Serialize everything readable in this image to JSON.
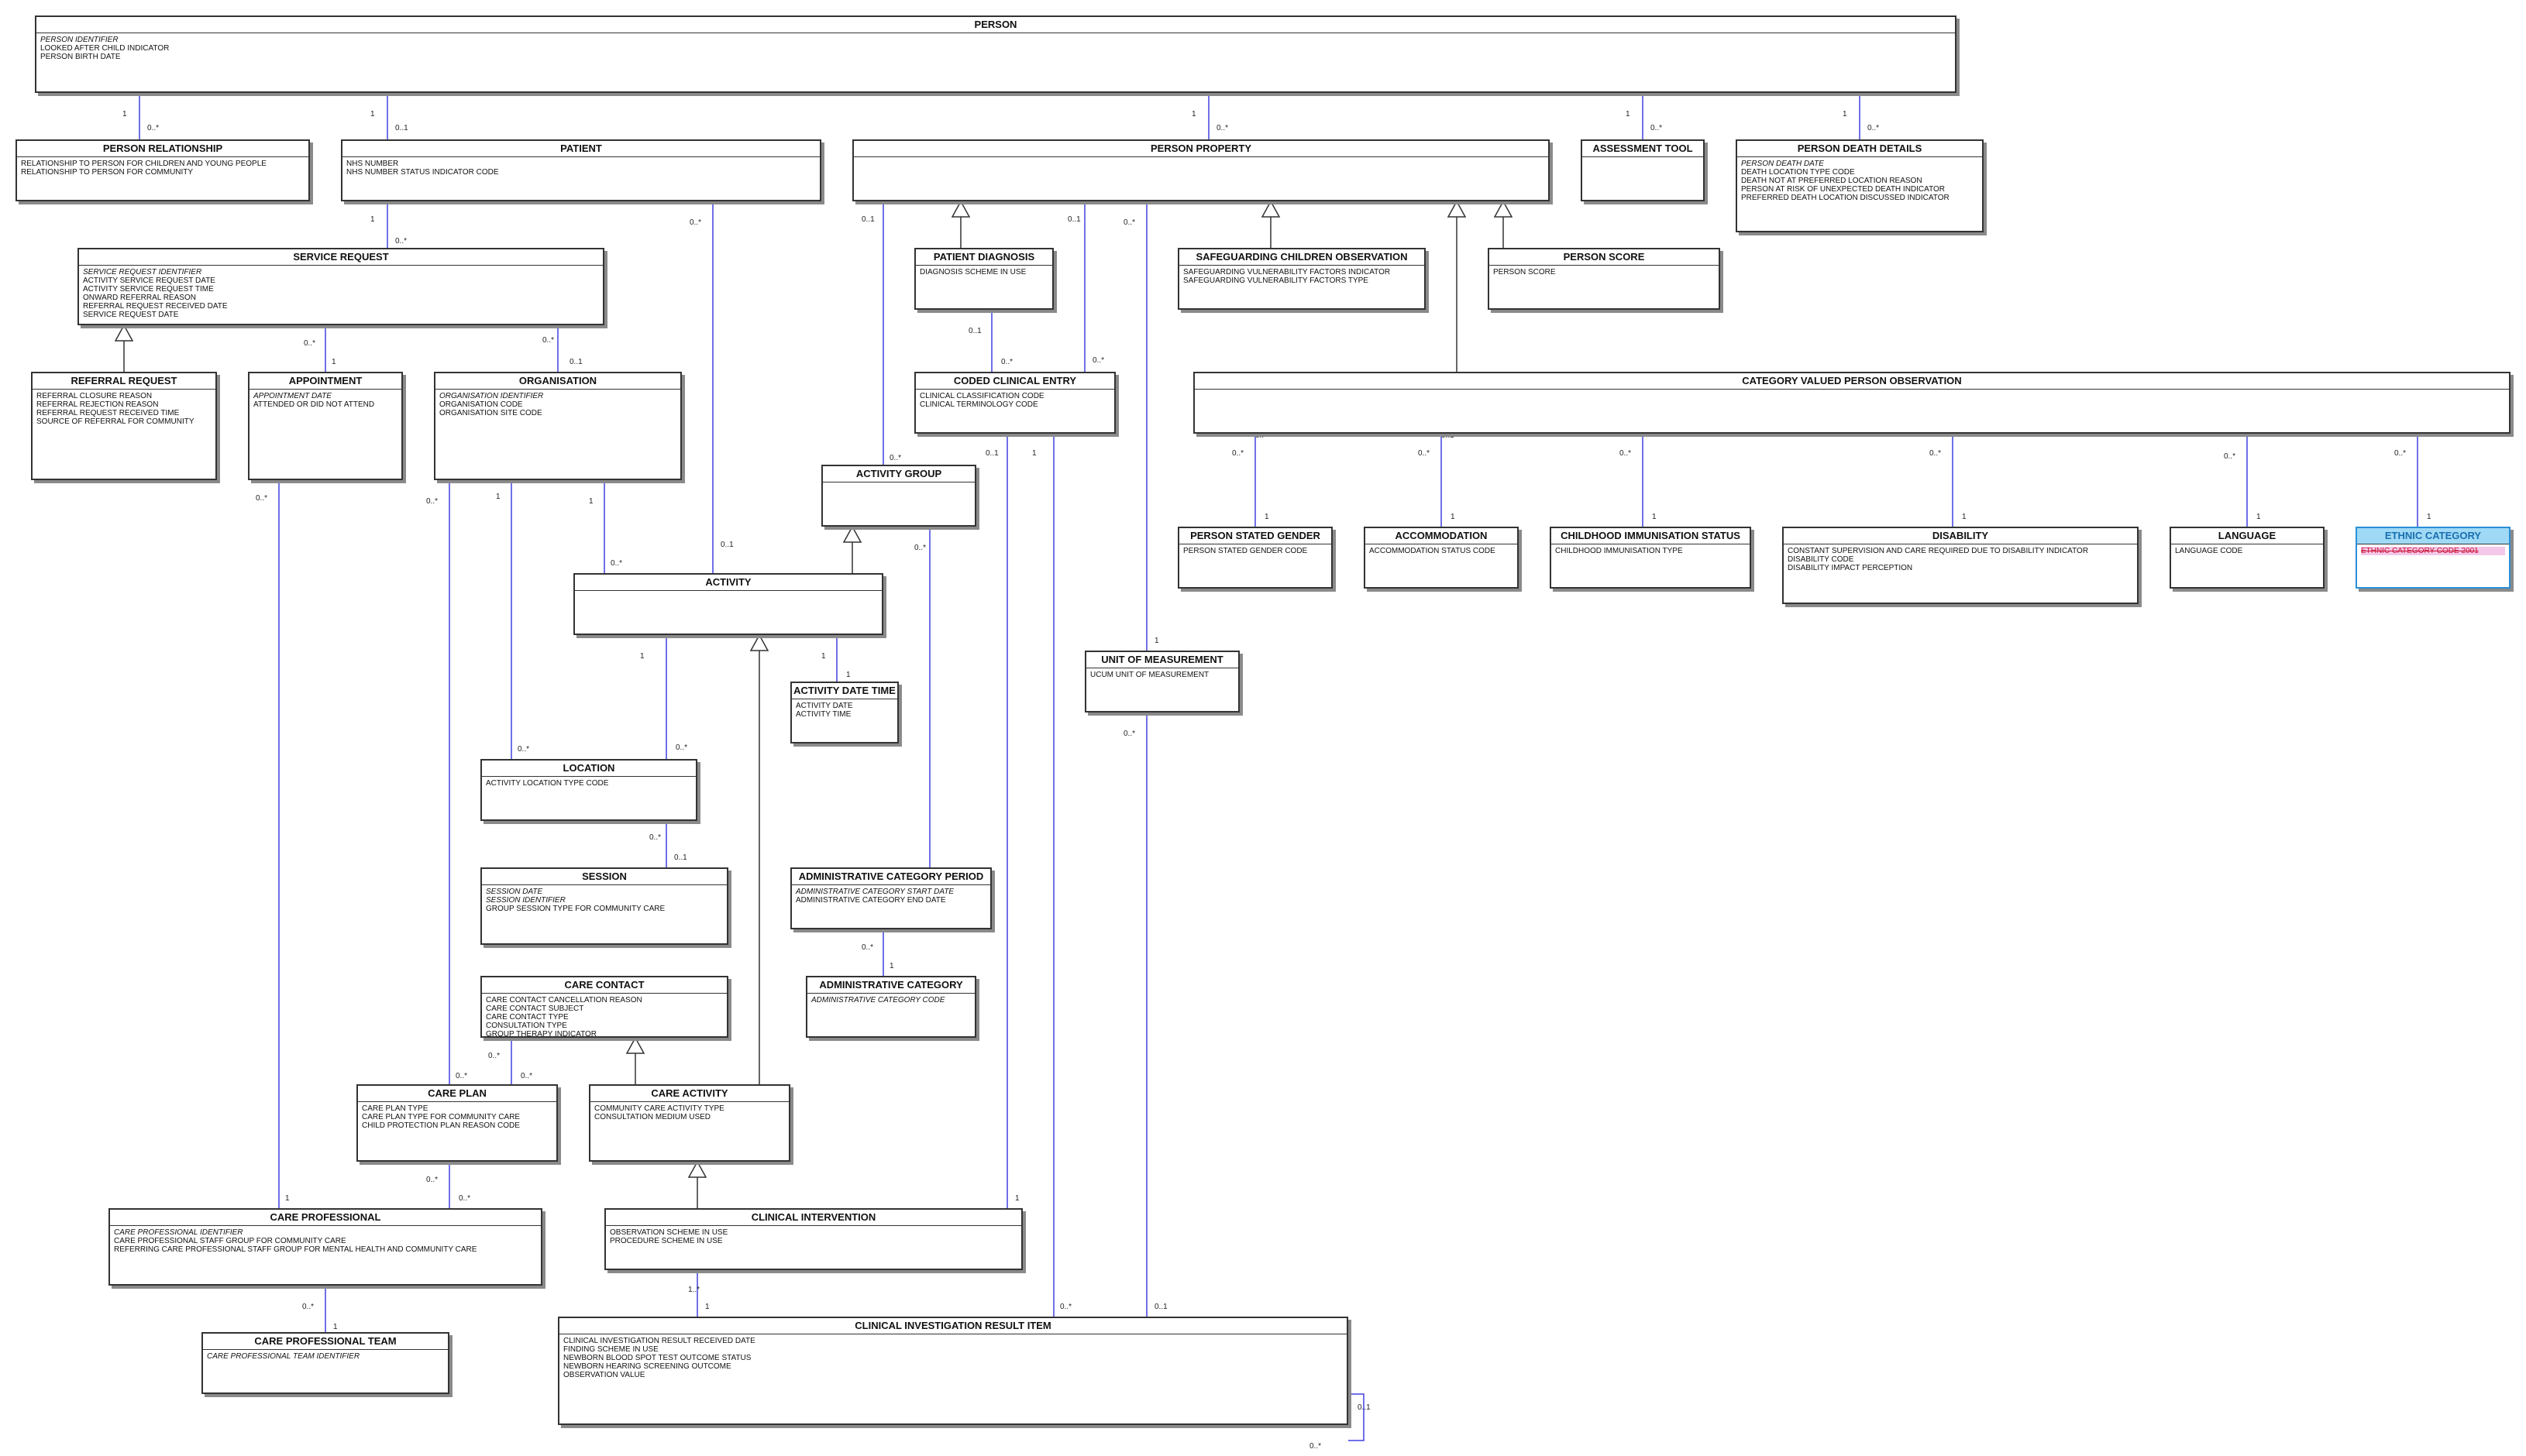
{
  "colors": {
    "connector": "#4040e0",
    "border": "#333333",
    "shadow": "#8a8a8a",
    "highlight_header": "#9fd9f5",
    "highlight_text": "#1a6fb0",
    "highlight_key_bg": "#f3c8ea",
    "highlight_key_text": "#cc1030"
  },
  "entities": {
    "person": {
      "title": "PERSON",
      "key": [
        "PERSON IDENTIFIER"
      ],
      "attrs": [
        "LOOKED AFTER CHILD INDICATOR",
        "PERSON BIRTH DATE"
      ]
    },
    "person_relationship": {
      "title": "PERSON RELATIONSHIP",
      "key": [],
      "attrs": [
        "RELATIONSHIP TO PERSON FOR CHILDREN AND YOUNG PEOPLE",
        "RELATIONSHIP TO PERSON FOR COMMUNITY"
      ]
    },
    "patient": {
      "title": "PATIENT",
      "key": [],
      "attrs": [
        "NHS NUMBER",
        "NHS NUMBER STATUS INDICATOR CODE"
      ]
    },
    "person_property": {
      "title": "PERSON PROPERTY",
      "key": [],
      "attrs": []
    },
    "assessment_tool": {
      "title": "ASSESSMENT TOOL",
      "key": [],
      "attrs": []
    },
    "person_death_details": {
      "title": "PERSON DEATH DETAILS",
      "key": [
        "PERSON DEATH DATE"
      ],
      "attrs": [
        "DEATH LOCATION TYPE CODE",
        "DEATH NOT AT PREFERRED LOCATION REASON",
        "PERSON AT RISK OF UNEXPECTED DEATH INDICATOR",
        "PREFERRED DEATH LOCATION DISCUSSED INDICATOR"
      ]
    },
    "service_request": {
      "title": "SERVICE REQUEST",
      "key": [
        "SERVICE REQUEST IDENTIFIER"
      ],
      "attrs": [
        "ACTIVITY SERVICE REQUEST DATE",
        "ACTIVITY SERVICE REQUEST TIME",
        "ONWARD REFERRAL REASON",
        "REFERRAL REQUEST RECEIVED DATE",
        "SERVICE REQUEST DATE"
      ]
    },
    "patient_diagnosis": {
      "title": "PATIENT DIAGNOSIS",
      "key": [],
      "attrs": [
        "DIAGNOSIS SCHEME IN USE"
      ]
    },
    "safeguarding": {
      "title": "SAFEGUARDING CHILDREN OBSERVATION",
      "key": [],
      "attrs": [
        "SAFEGUARDING VULNERABILITY FACTORS INDICATOR",
        "SAFEGUARDING VULNERABILITY FACTORS TYPE"
      ]
    },
    "person_score": {
      "title": "PERSON SCORE",
      "key": [],
      "attrs": [
        "PERSON SCORE"
      ]
    },
    "referral_request": {
      "title": "REFERRAL REQUEST",
      "key": [],
      "attrs": [
        "REFERRAL CLOSURE REASON",
        "REFERRAL REJECTION REASON",
        "REFERRAL REQUEST RECEIVED TIME",
        "SOURCE OF REFERRAL FOR COMMUNITY"
      ]
    },
    "appointment": {
      "title": "APPOINTMENT",
      "key": [
        "APPOINTMENT DATE"
      ],
      "attrs": [
        "ATTENDED OR DID NOT ATTEND"
      ]
    },
    "organisation": {
      "title": "ORGANISATION",
      "key": [
        "ORGANISATION IDENTIFIER"
      ],
      "attrs": [
        "ORGANISATION CODE",
        "ORGANISATION SITE CODE"
      ]
    },
    "coded_clinical_entry": {
      "title": "CODED CLINICAL ENTRY",
      "key": [],
      "attrs": [
        "CLINICAL CLASSIFICATION CODE",
        "CLINICAL TERMINOLOGY CODE"
      ]
    },
    "category_valued": {
      "title": "CATEGORY VALUED PERSON OBSERVATION",
      "key": [],
      "attrs": []
    },
    "activity_group": {
      "title": "ACTIVITY GROUP",
      "key": [],
      "attrs": []
    },
    "activity": {
      "title": "ACTIVITY",
      "key": [],
      "attrs": []
    },
    "person_stated_gender": {
      "title": "PERSON STATED GENDER",
      "key": [],
      "attrs": [
        "PERSON STATED GENDER CODE"
      ]
    },
    "accommodation": {
      "title": "ACCOMMODATION",
      "key": [],
      "attrs": [
        "ACCOMMODATION STATUS CODE"
      ]
    },
    "childhood_immunisation": {
      "title": "CHILDHOOD IMMUNISATION STATUS",
      "key": [],
      "attrs": [
        "CHILDHOOD IMMUNISATION TYPE"
      ]
    },
    "disability": {
      "title": "DISABILITY",
      "key": [],
      "attrs": [
        "CONSTANT SUPERVISION AND CARE REQUIRED DUE TO DISABILITY INDICATOR",
        "DISABILITY CODE",
        "DISABILITY IMPACT PERCEPTION"
      ]
    },
    "language": {
      "title": "LANGUAGE",
      "key": [],
      "attrs": [
        "LANGUAGE CODE"
      ]
    },
    "ethnic_category": {
      "title": "ETHNIC CATEGORY",
      "key": [
        "ETHNIC CATEGORY CODE 2001"
      ],
      "attrs": []
    },
    "unit_of_measurement": {
      "title": "UNIT OF MEASUREMENT",
      "key": [],
      "attrs": [
        "UCUM UNIT OF MEASUREMENT"
      ]
    },
    "activity_date_time": {
      "title": "ACTIVITY DATE TIME",
      "key": [],
      "attrs": [
        "ACTIVITY DATE",
        "ACTIVITY TIME"
      ]
    },
    "location": {
      "title": "LOCATION",
      "key": [],
      "attrs": [
        "ACTIVITY LOCATION TYPE CODE"
      ]
    },
    "session": {
      "title": "SESSION",
      "key": [
        "SESSION DATE",
        "SESSION IDENTIFIER"
      ],
      "attrs": [
        "GROUP SESSION TYPE FOR COMMUNITY CARE"
      ]
    },
    "admin_category_period": {
      "title": "ADMINISTRATIVE CATEGORY PERIOD",
      "key": [
        "ADMINISTRATIVE CATEGORY START DATE"
      ],
      "attrs": [
        "ADMINISTRATIVE CATEGORY END DATE"
      ]
    },
    "admin_category": {
      "title": "ADMINISTRATIVE CATEGORY",
      "key": [
        "ADMINISTRATIVE CATEGORY CODE"
      ],
      "attrs": []
    },
    "care_contact": {
      "title": "CARE CONTACT",
      "key": [],
      "attrs": [
        "CARE CONTACT CANCELLATION REASON",
        "CARE CONTACT SUBJECT",
        "CARE CONTACT TYPE",
        "CONSULTATION TYPE",
        "GROUP THERAPY INDICATOR"
      ]
    },
    "care_plan": {
      "title": "CARE PLAN",
      "key": [],
      "attrs": [
        "CARE PLAN TYPE",
        "CARE PLAN TYPE FOR COMMUNITY CARE",
        "CHILD PROTECTION PLAN REASON CODE"
      ]
    },
    "care_activity": {
      "title": "CARE ACTIVITY",
      "key": [],
      "attrs": [
        "COMMUNITY CARE ACTIVITY TYPE",
        "CONSULTATION MEDIUM USED"
      ]
    },
    "care_professional": {
      "title": "CARE PROFESSIONAL",
      "key": [
        "CARE PROFESSIONAL IDENTIFIER"
      ],
      "attrs": [
        "CARE PROFESSIONAL STAFF GROUP FOR COMMUNITY CARE",
        "REFERRING CARE PROFESSIONAL STAFF GROUP FOR MENTAL HEALTH AND COMMUNITY CARE"
      ]
    },
    "clinical_intervention": {
      "title": "CLINICAL INTERVENTION",
      "key": [],
      "attrs": [
        "OBSERVATION SCHEME IN USE",
        "PROCEDURE SCHEME IN USE"
      ]
    },
    "care_professional_team": {
      "title": "CARE PROFESSIONAL TEAM",
      "key": [
        "CARE PROFESSIONAL TEAM IDENTIFIER"
      ],
      "attrs": []
    },
    "clinical_investigation": {
      "title": "CLINICAL INVESTIGATION RESULT ITEM",
      "key": [],
      "attrs": [
        "CLINICAL INVESTIGATION RESULT RECEIVED DATE",
        "FINDING SCHEME IN USE",
        "NEWBORN BLOOD SPOT TEST OUTCOME STATUS",
        "NEWBORN HEARING SCREENING OUTCOME",
        "OBSERVATION VALUE"
      ]
    }
  },
  "multiplicity_labels": [
    "1",
    "0..*",
    "1",
    "0..1",
    "1",
    "0..*",
    "1",
    "0..*",
    "1",
    "0..*",
    "1",
    "0..*",
    "0..*",
    "0..1",
    "0..1",
    "0..*",
    "0..1",
    "0..*",
    "0..*",
    "1",
    "0..1",
    "0..*",
    "0..*",
    "0..1",
    "0..*",
    "1",
    "0..*",
    "1",
    "0..*",
    "1",
    "0..*",
    "1",
    "0..*",
    "1",
    "0..*",
    "1",
    "0..*",
    "1",
    "0..*",
    "1",
    "0..*",
    "0..*",
    "1",
    "0..*",
    "1",
    "0..*",
    "1",
    "0..*",
    "1",
    "1",
    "0..*",
    "0..1",
    "1",
    "1",
    "0..*",
    "0..*",
    "0..1",
    "0..*",
    "0..1",
    "0..*",
    "1",
    "0..*",
    "0..*",
    "0..*",
    "0..*",
    "0..*",
    "1",
    "1..*",
    "1",
    "0..*",
    "0..1",
    "0..*",
    "0..1",
    "0..*",
    "1",
    "0..*"
  ]
}
